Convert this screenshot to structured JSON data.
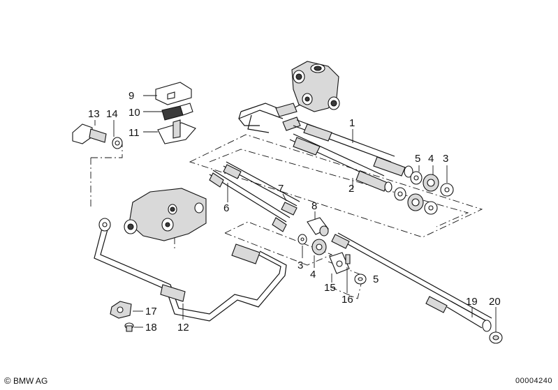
{
  "diagram": {
    "copyright": {
      "symbol": "©",
      "text": "BMW AG"
    },
    "drawing_number": "00004240",
    "callouts": [
      {
        "id": "1",
        "label": "1"
      },
      {
        "id": "2",
        "label": "2"
      },
      {
        "id": "3",
        "label": "3"
      },
      {
        "id": "4",
        "label": "4"
      },
      {
        "id": "5",
        "label": "5"
      },
      {
        "id": "6",
        "label": "6"
      },
      {
        "id": "7",
        "label": "7"
      },
      {
        "id": "8",
        "label": "8"
      },
      {
        "id": "9",
        "label": "9"
      },
      {
        "id": "10",
        "label": "10"
      },
      {
        "id": "11",
        "label": "11"
      },
      {
        "id": "12",
        "label": "12"
      },
      {
        "id": "13",
        "label": "13"
      },
      {
        "id": "14",
        "label": "14"
      },
      {
        "id": "15",
        "label": "15"
      },
      {
        "id": "16",
        "label": "16"
      },
      {
        "id": "17",
        "label": "17"
      },
      {
        "id": "18",
        "label": "18"
      },
      {
        "id": "19",
        "label": "19"
      },
      {
        "id": "20",
        "label": "20"
      },
      {
        "id": "3b",
        "label": "3"
      },
      {
        "id": "4b",
        "label": "4"
      },
      {
        "id": "5b",
        "label": "5"
      }
    ]
  }
}
